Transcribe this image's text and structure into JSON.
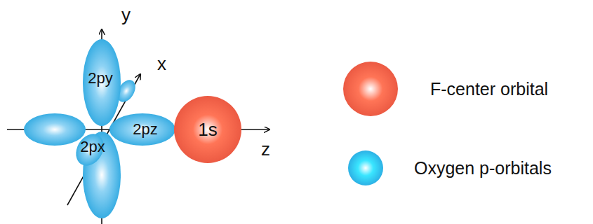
{
  "diagram": {
    "nodes": [
      {
        "text": [
          "2py"
        ]
      },
      {
        "text": [
          "2px"
        ]
      },
      {
        "text": [
          "2pz"
        ]
      },
      {
        "text": [
          "1s"
        ]
      }
    ],
    "labels": [
      "y",
      "x",
      "z"
    ],
    "legend": [
      {
        "text": "F-center orbital",
        "color": "#e8553f"
      },
      {
        "text": "Oxygen p-orbitals",
        "color": "#2aa7e0"
      }
    ]
  }
}
